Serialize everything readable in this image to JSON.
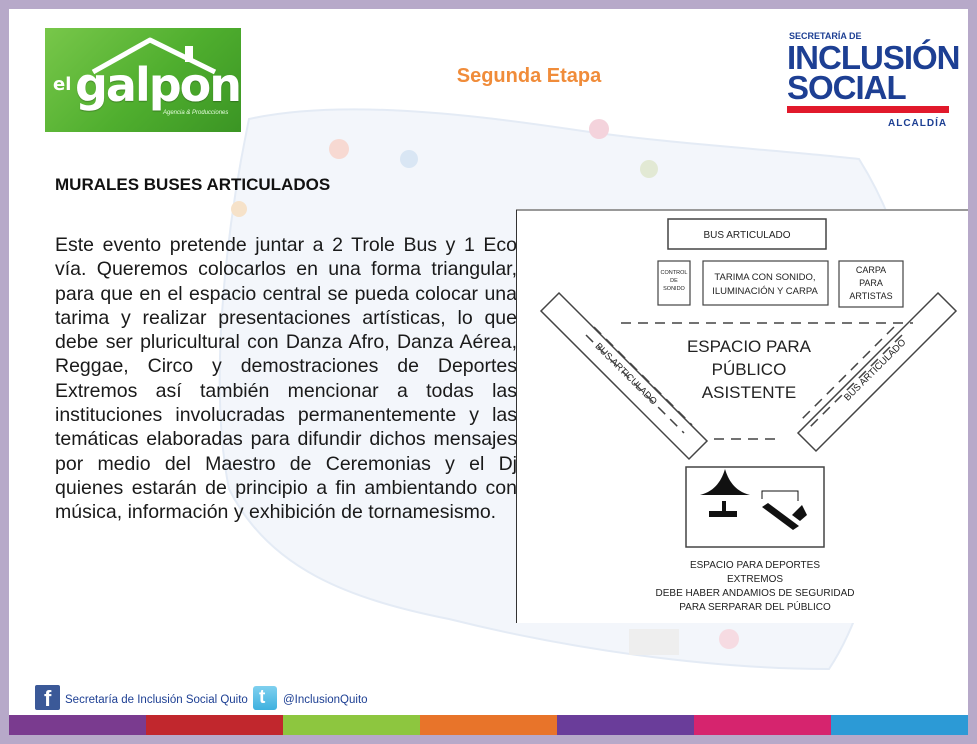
{
  "header": {
    "slide_title": "Segunda Etapa",
    "logo_left": {
      "prefix": "el",
      "word": "galpon",
      "tagline": "Agencia & Producciones"
    },
    "logo_right": {
      "line_top": "SECRETARÍA DE",
      "line1": "INCLUSIÓN",
      "line2": "SOCIAL",
      "line_bottom": "ALCALDÍA"
    }
  },
  "content": {
    "heading": "MURALES BUSES ARTICULADOS",
    "paragraph": "Este evento pretende juntar a 2 Trole Bus y 1 Eco vía. Queremos colocarlos en una forma triangular, para que en el espacio central se pueda colocar una tarima y realizar presentaciones artísticas, lo que debe ser pluricultural con Danza Afro, Danza Aérea, Reggae, Circo y demostraciones de Deportes Extremos así también mencionar a todas las instituciones involucradas permanentemente y las temáticas elaboradas para difundir dichos mensajes por medio del Maestro de Ceremonias y el Dj quienes estarán de principio a fin ambientando con música, información y exhibición de tornamesismo."
  },
  "diagram": {
    "bus_top": "BUS ARTICULADO",
    "control_sonido": [
      "CONTROL",
      "DE",
      "SONIDO"
    ],
    "tarima": [
      "TARIMA CON SONIDO,",
      "ILUMINACIÓN Y CARPA"
    ],
    "carpa": [
      "CARPA",
      "PARA",
      "ARTISTAS"
    ],
    "bus_left": "BUS ARTICULADO",
    "bus_right": "BUS ARTICULADO",
    "espacio_publico": [
      "ESPACIO PARA",
      "PÚBLICO",
      "ASISTENTE"
    ],
    "espacio_deportes": [
      "ESPACIO PARA DEPORTES",
      "EXTREMOS",
      "DEBE HABER ANDAMIOS DE SEGURIDAD",
      "PARA SERPARAR DEL PÚBLICO"
    ]
  },
  "footer": {
    "facebook_text": "Secretaría de Inclusión Social Quito",
    "twitter_text": "@InclusionQuito",
    "facebook_icon": "facebook-icon",
    "twitter_icon": "twitter-icon"
  },
  "colors": {
    "title_orange": "#f08c3a",
    "brand_blue": "#1d3f93",
    "brand_red": "#e1192b",
    "galpon_green": "#4fae2e",
    "frame_purple": "#b7a9c9",
    "stripe": [
      "#7a3b8f",
      "#c1272d",
      "#8dc63f",
      "#e8742a",
      "#6a3d9a",
      "#d6246e",
      "#2c9ad6"
    ]
  }
}
